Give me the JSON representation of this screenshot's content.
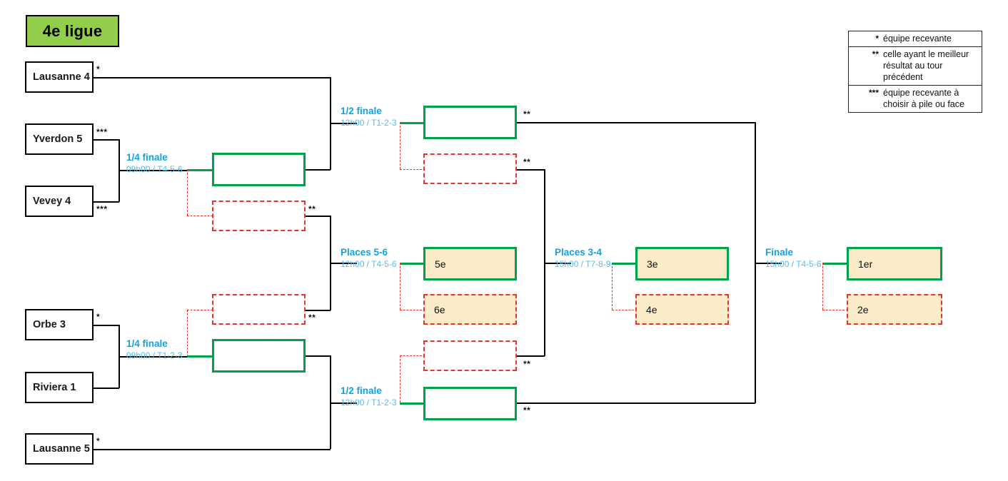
{
  "title": {
    "label": "4e ligue"
  },
  "legend": {
    "rows": [
      {
        "mark": "*",
        "text": "équipe recevante"
      },
      {
        "mark": "**",
        "text": "celle ayant le meilleur résultat au tour précédent"
      },
      {
        "mark": "***",
        "text": "équipe recevante à choisir à pile ou face"
      }
    ]
  },
  "teams": [
    {
      "name": "Lausanne 4",
      "mark": "*"
    },
    {
      "name": "Yverdon 5",
      "mark": "***"
    },
    {
      "name": "Vevey 4",
      "mark": "***"
    },
    {
      "name": "Orbe 3",
      "mark": "*"
    },
    {
      "name": "Riviera 1",
      "mark": ""
    },
    {
      "name": "Lausanne 5",
      "mark": "*"
    }
  ],
  "rounds": [
    {
      "id": "qf-top",
      "title": "1/4 finale",
      "time": "09h00 / T4-5-6"
    },
    {
      "id": "qf-bottom",
      "title": "1/4 finale",
      "time": "09h00 / T1-2-3"
    },
    {
      "id": "sf-top",
      "title": "1/2 finale",
      "time": "12h00 / T1-2-3"
    },
    {
      "id": "sf-bottom",
      "title": "1/2 finale",
      "time": "12h00 / T1-2-3"
    },
    {
      "id": "places56",
      "title": "Places 5-6",
      "time": "12h00 / T4-5-6"
    },
    {
      "id": "places34",
      "title": "Places 3-4",
      "time": "15h00 / T7-8-9"
    },
    {
      "id": "finale",
      "title": "Finale",
      "time": "15h00 / T4-5-6"
    }
  ],
  "slots": {
    "qf_top_winner": {
      "rank": "",
      "mark": ""
    },
    "qf_top_loser": {
      "rank": "",
      "mark": "**"
    },
    "qf_bottom_loser": {
      "rank": "",
      "mark": "**"
    },
    "qf_bottom_winner": {
      "rank": "",
      "mark": ""
    },
    "sf_top_winner": {
      "rank": "",
      "mark": "**"
    },
    "sf_top_loser": {
      "rank": "",
      "mark": "**"
    },
    "sf_bottom_loser": {
      "rank": "",
      "mark": "**"
    },
    "sf_bottom_winner": {
      "rank": "",
      "mark": "**"
    },
    "place5": {
      "rank": "5e",
      "mark": ""
    },
    "place6": {
      "rank": "6e",
      "mark": ""
    },
    "place3": {
      "rank": "3e",
      "mark": ""
    },
    "place4": {
      "rank": "4e",
      "mark": ""
    },
    "place1": {
      "rank": "1er",
      "mark": ""
    },
    "place2": {
      "rank": "2e",
      "mark": ""
    }
  },
  "colors": {
    "title_bg": "#92CE4C",
    "winner_border": "#00A14B",
    "loser_border": "#E8352B",
    "result_fill": "#FCEBC8",
    "round_title": "#0FA3E2",
    "round_time": "#56BCEA"
  }
}
